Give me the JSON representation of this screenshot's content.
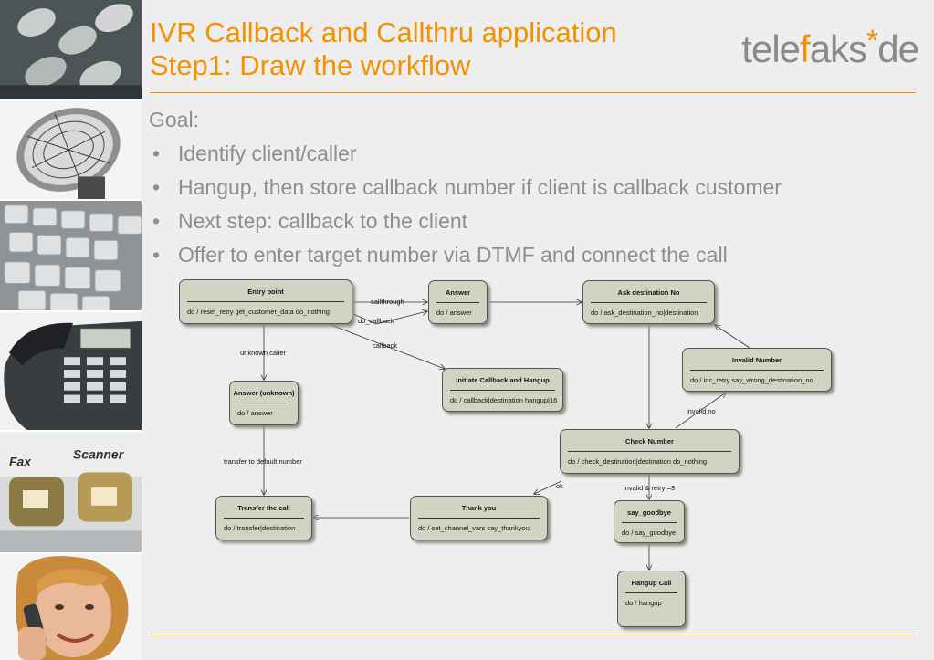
{
  "title": {
    "line1": "IVR Callback and Callthru application",
    "line2": "Step1: Draw the workflow"
  },
  "logo": {
    "part1": "tele",
    "part2": "f",
    "part3": "aks",
    "star": "*",
    "part4": "de"
  },
  "goal": {
    "heading": "Goal:",
    "bullets": [
      "Identify client/caller",
      "Hangup, then store callback number if client is callback customer",
      "Next step: callback to the client",
      "Offer to enter target number via DTMF and connect the call"
    ]
  },
  "diagram": {
    "states": {
      "entry": {
        "name": "Entry point",
        "action": "do / reset_retry get_customer_data do_nothing"
      },
      "answer": {
        "name": "Answer",
        "action": "do / answer"
      },
      "ask_dest": {
        "name": "Ask destination No",
        "action": "do / ask_destination_no|destination"
      },
      "invalid": {
        "name": "Invalid Number",
        "action": "do / inc_retry say_wrong_destination_no"
      },
      "answer_unknown": {
        "name": "Answer (unknown)",
        "action": "do / answer"
      },
      "init_callback": {
        "name": "Initiate Callback and Hangup",
        "action": "do / callback|destination hangup|16"
      },
      "check": {
        "name": "Check Number",
        "action": "do / check_destination|destination do_nothing"
      },
      "transfer": {
        "name": "Transfer the call",
        "action": "do / transfer|destination"
      },
      "thank": {
        "name": "Thank you",
        "action": "do / set_channel_vars say_thankyou"
      },
      "goodbye": {
        "name": "say_goodbye",
        "action": "do / say_goodbye"
      },
      "hangup": {
        "name": "Hangup Call",
        "action": "do / hangup"
      }
    },
    "transitions": {
      "callthrough": "callthrough",
      "do_callback": "do_callback",
      "callback": "callback",
      "unknown_caller": "unknown caller",
      "transfer_default": "transfer to default number",
      "invalid_no": "invalid no",
      "ok": "ok",
      "invalid_retry": "invalid & retry =3"
    }
  },
  "colors": {
    "accent": "#f39200",
    "logo_gray": "#8a8a8a",
    "text_gray": "#8e8e8e",
    "state_fill": "#d3d3c4",
    "slide_bg": "#eeeeee"
  }
}
